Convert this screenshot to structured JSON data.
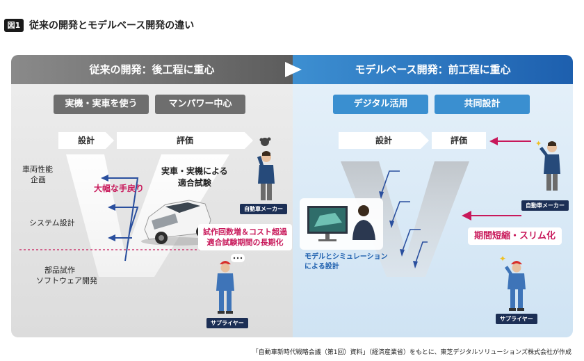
{
  "figure": {
    "badge": "図1",
    "title": "従来の開発とモデルベース開発の違い"
  },
  "left": {
    "header": "従来の開発：後工程に重心",
    "chips": [
      "実機・実車を使う",
      "マンパワー中心"
    ],
    "timeline": {
      "design": "設計",
      "evaluation": "評価"
    },
    "rows": {
      "vehicle_line1": "車両性能",
      "vehicle_line2": "企画",
      "system": "システム設計",
      "parts_line1": "部品試作",
      "parts_line2": "ソフトウェア開発"
    },
    "rework": "大幅な手戻り",
    "test_line1": "実車・実機による",
    "test_line2": "適合試験",
    "callout_line1": "試作回数増＆コスト超過",
    "callout_line2": "適合試験期間の長期化",
    "maker_tag": "自動車メーカー",
    "supplier_tag": "サプライヤー"
  },
  "right": {
    "header": "モデルベース開発：前工程に重心",
    "chips": [
      "デジタル活用",
      "共同設計"
    ],
    "timeline": {
      "design": "設計",
      "evaluation": "評価"
    },
    "sim_line1": "モデルとシミュレーション",
    "sim_line2": "による設計",
    "shorten": "期間短縮・スリム化",
    "maker_tag": "自動車メーカー",
    "supplier_tag": "サプライヤー"
  },
  "source": "「自動車新時代戦略会議（第1回）資料」（経済産業省）をもとに、東芝デジタルソリューションズ株式会社が作成",
  "colors": {
    "left_bar": "#6e6e6e",
    "right_bar": "#1d5fae",
    "accent_pink": "#c8185a",
    "arrow_blue": "#2a4f9e",
    "chip_blue": "#3a8fd0",
    "tag_navy": "#1c2f55"
  }
}
